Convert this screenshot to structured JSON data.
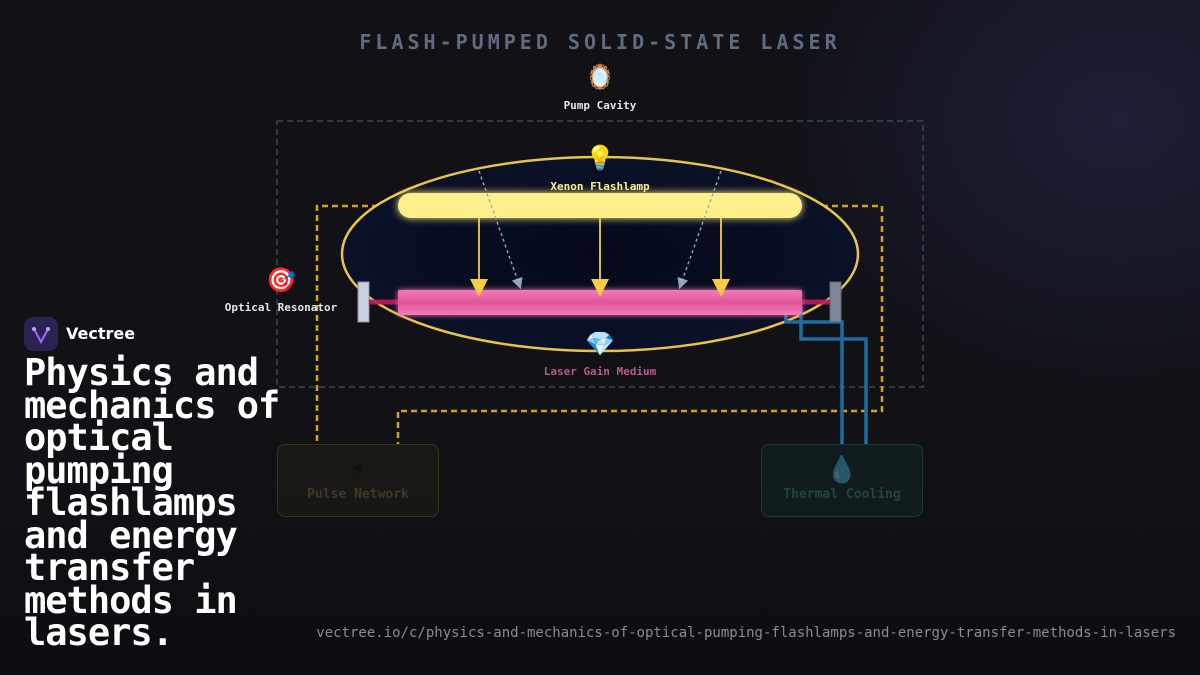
{
  "diagram": {
    "title": "FLASH-PUMPED SOLID-STATE LASER",
    "nodes": {
      "pump_cavity": {
        "label": "Pump Cavity",
        "icon": "mirror-icon"
      },
      "flashlamp": {
        "label": "Xenon Flashlamp",
        "icon": "light-bulb-icon"
      },
      "resonator": {
        "label": "Optical Resonator",
        "icon": "target-icon"
      },
      "gain_medium": {
        "label": "Laser Gain Medium",
        "icon": "gem-icon"
      },
      "pulse_network": {
        "label": "Pulse Network",
        "icon": "lightning-icon"
      },
      "thermal_cooling": {
        "label": "Thermal Cooling",
        "icon": "water-drop-icon"
      }
    },
    "colors": {
      "lamp": "#fdf08a",
      "reflector": "#e9c44a",
      "rod": "#f06aa8",
      "beam": "#c2185b",
      "electrical": "#d4a21e",
      "coolant": "#2a7db0",
      "cavity_border": "#3c4456"
    }
  },
  "brand": {
    "name": "Vectree",
    "logo": "vectree-logo-icon"
  },
  "headline": "Physics and mechanics of optical pumping flashlamps and energy transfer methods in lasers.",
  "url": "vectree.io/c/physics-and-mechanics-of-optical-pumping-flashlamps-and-energy-transfer-methods-in-lasers"
}
